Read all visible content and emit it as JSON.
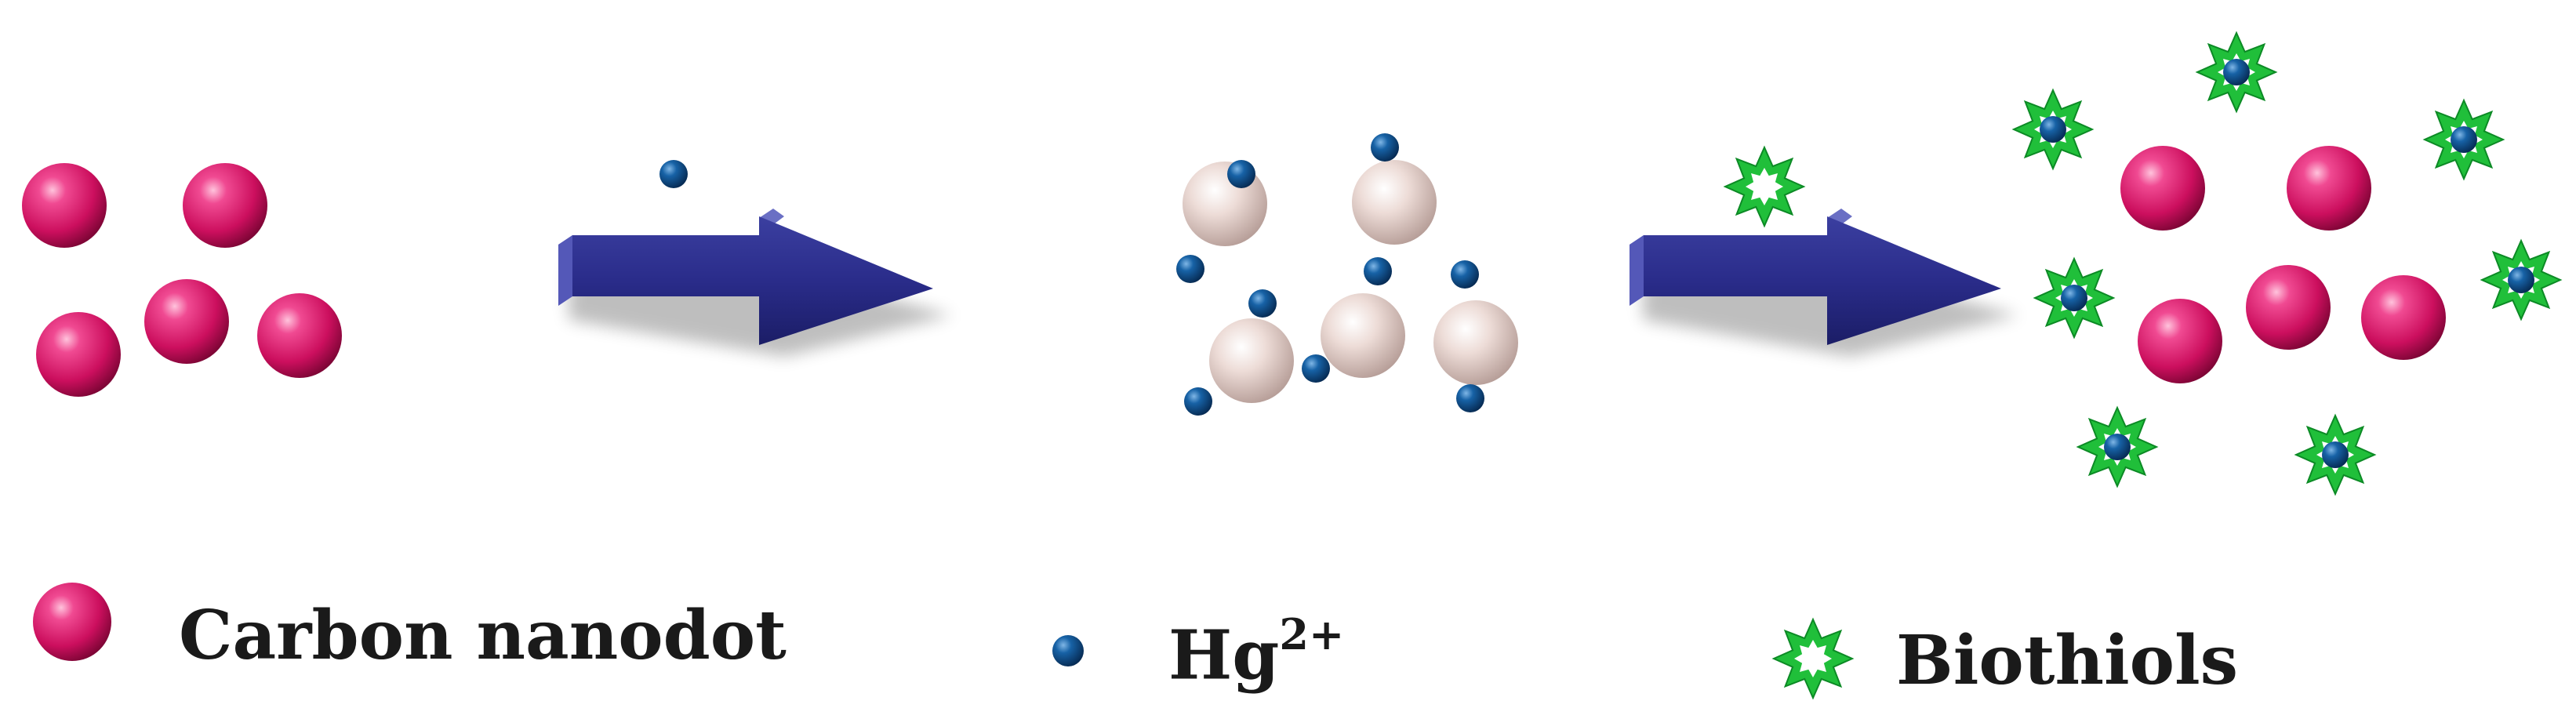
{
  "colors": {
    "carbon_nanodot": "#d8176a",
    "hg_ion": "#0f4d86",
    "quenched_dot": "#e6d1cc",
    "biothiol": "#20bf3a",
    "arrow": "#262a86"
  },
  "legend": {
    "carbon_nanodot_label": "Carbon nanodot",
    "hg_label_base": "Hg",
    "hg_label_charge": "2+",
    "biothiol_label": "Biothiols"
  }
}
